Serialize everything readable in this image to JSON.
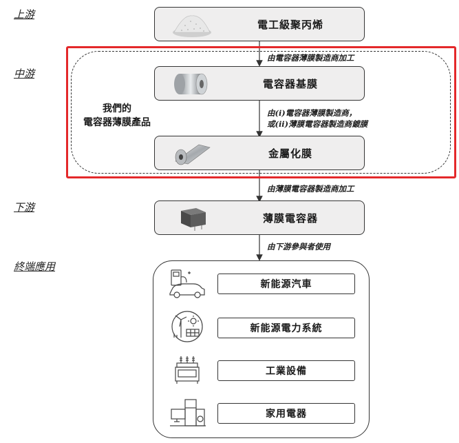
{
  "stages": {
    "upstream": "上游",
    "midstream": "中游",
    "downstream": "下游",
    "end_use": "終端應用"
  },
  "boxes": {
    "pp": "電工級聚丙烯",
    "base_film": "電容器基膜",
    "metallized_film": "金屬化膜",
    "film_capacitor": "薄膜電容器"
  },
  "arrows": {
    "a1": "由電容器薄膜製造商加工",
    "a2_line1": "由(i)電容器薄膜製造商，",
    "a2_line2": "或(ii)薄膜電容器製造商鍍膜",
    "a3": "由薄膜電容器製造商加工",
    "a4": "由下游參與者使用"
  },
  "our_products": {
    "line1": "我們的",
    "line2": "電容器薄膜產品"
  },
  "end_uses": [
    {
      "label": "新能源汽車",
      "icon": "ev-charging-icon"
    },
    {
      "label": "新能源電力系統",
      "icon": "wind-solar-icon"
    },
    {
      "label": "工業設備",
      "icon": "transformer-icon"
    },
    {
      "label": "家用電器",
      "icon": "appliances-icon"
    }
  ],
  "colors": {
    "highlight": "#e4282a",
    "box_fill": "#efeeee",
    "stroke": "#333333"
  }
}
